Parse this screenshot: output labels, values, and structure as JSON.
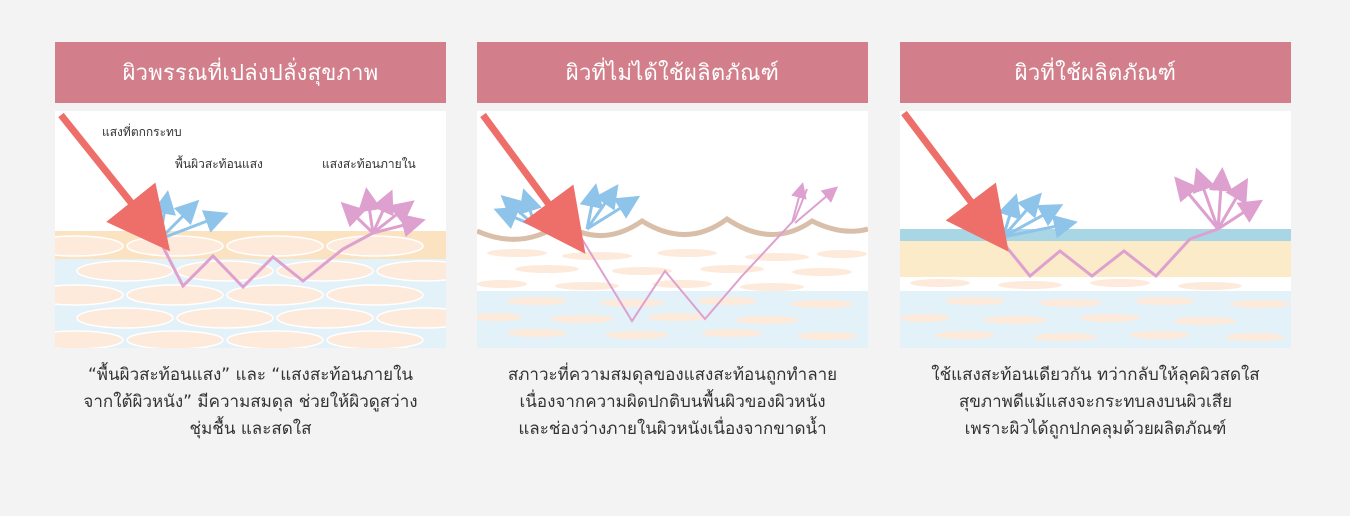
{
  "panels": [
    {
      "title": "ผิวพรรณที่เปล่งปลั่งสุขภาพ",
      "labels": {
        "incident": "แสงที่ตกกระทบ",
        "surface": "พื้นผิวสะท้อนแสง",
        "internal": "แสงสะท้อนภายใน"
      },
      "caption": [
        "“พื้นผิวสะท้อนแสง” และ “แสงสะท้อนภายใน",
        "จากใต้ผิวหนัง” มีความสมดุล ช่วยให้ผิวดูสว่าง",
        "ชุ่มชื้น และสดใส"
      ]
    },
    {
      "title": "ผิวที่ไม่ได้ใช้ผลิตภัณฑ์",
      "caption": [
        "สภาวะที่ความสมดุลของแสงสะท้อนถูกทำลาย",
        "เนื่องจากความผิดปกติบนพื้นผิวของผิวหนัง",
        "และช่องว่างภายในผิวหนังเนื่องจากขาดน้ำ"
      ]
    },
    {
      "title": "ผิวที่ใช้ผลิตภัณฑ์",
      "caption": [
        "ใช้แสงสะท้อนเดียวกัน ทว่ากลับให้ลุคผิวสดใส",
        "สุขภาพดีแม้แสงจะกระทบลงบนผิวเสีย",
        "เพราะผิวได้ถูกปกคลุมด้วยผลิตภัณฑ์"
      ]
    }
  ],
  "colors": {
    "header": "#d27e8b",
    "incident_arrow": "#ee6f6a",
    "surface_arrow": "#8ec3ea",
    "internal_arrow": "#dea0cf",
    "skin_top": "#fbe3c1",
    "skin_cell": "#fdeadb",
    "skin_bottom": "#e3f1f9",
    "product_layer": "#a9d6e5"
  }
}
